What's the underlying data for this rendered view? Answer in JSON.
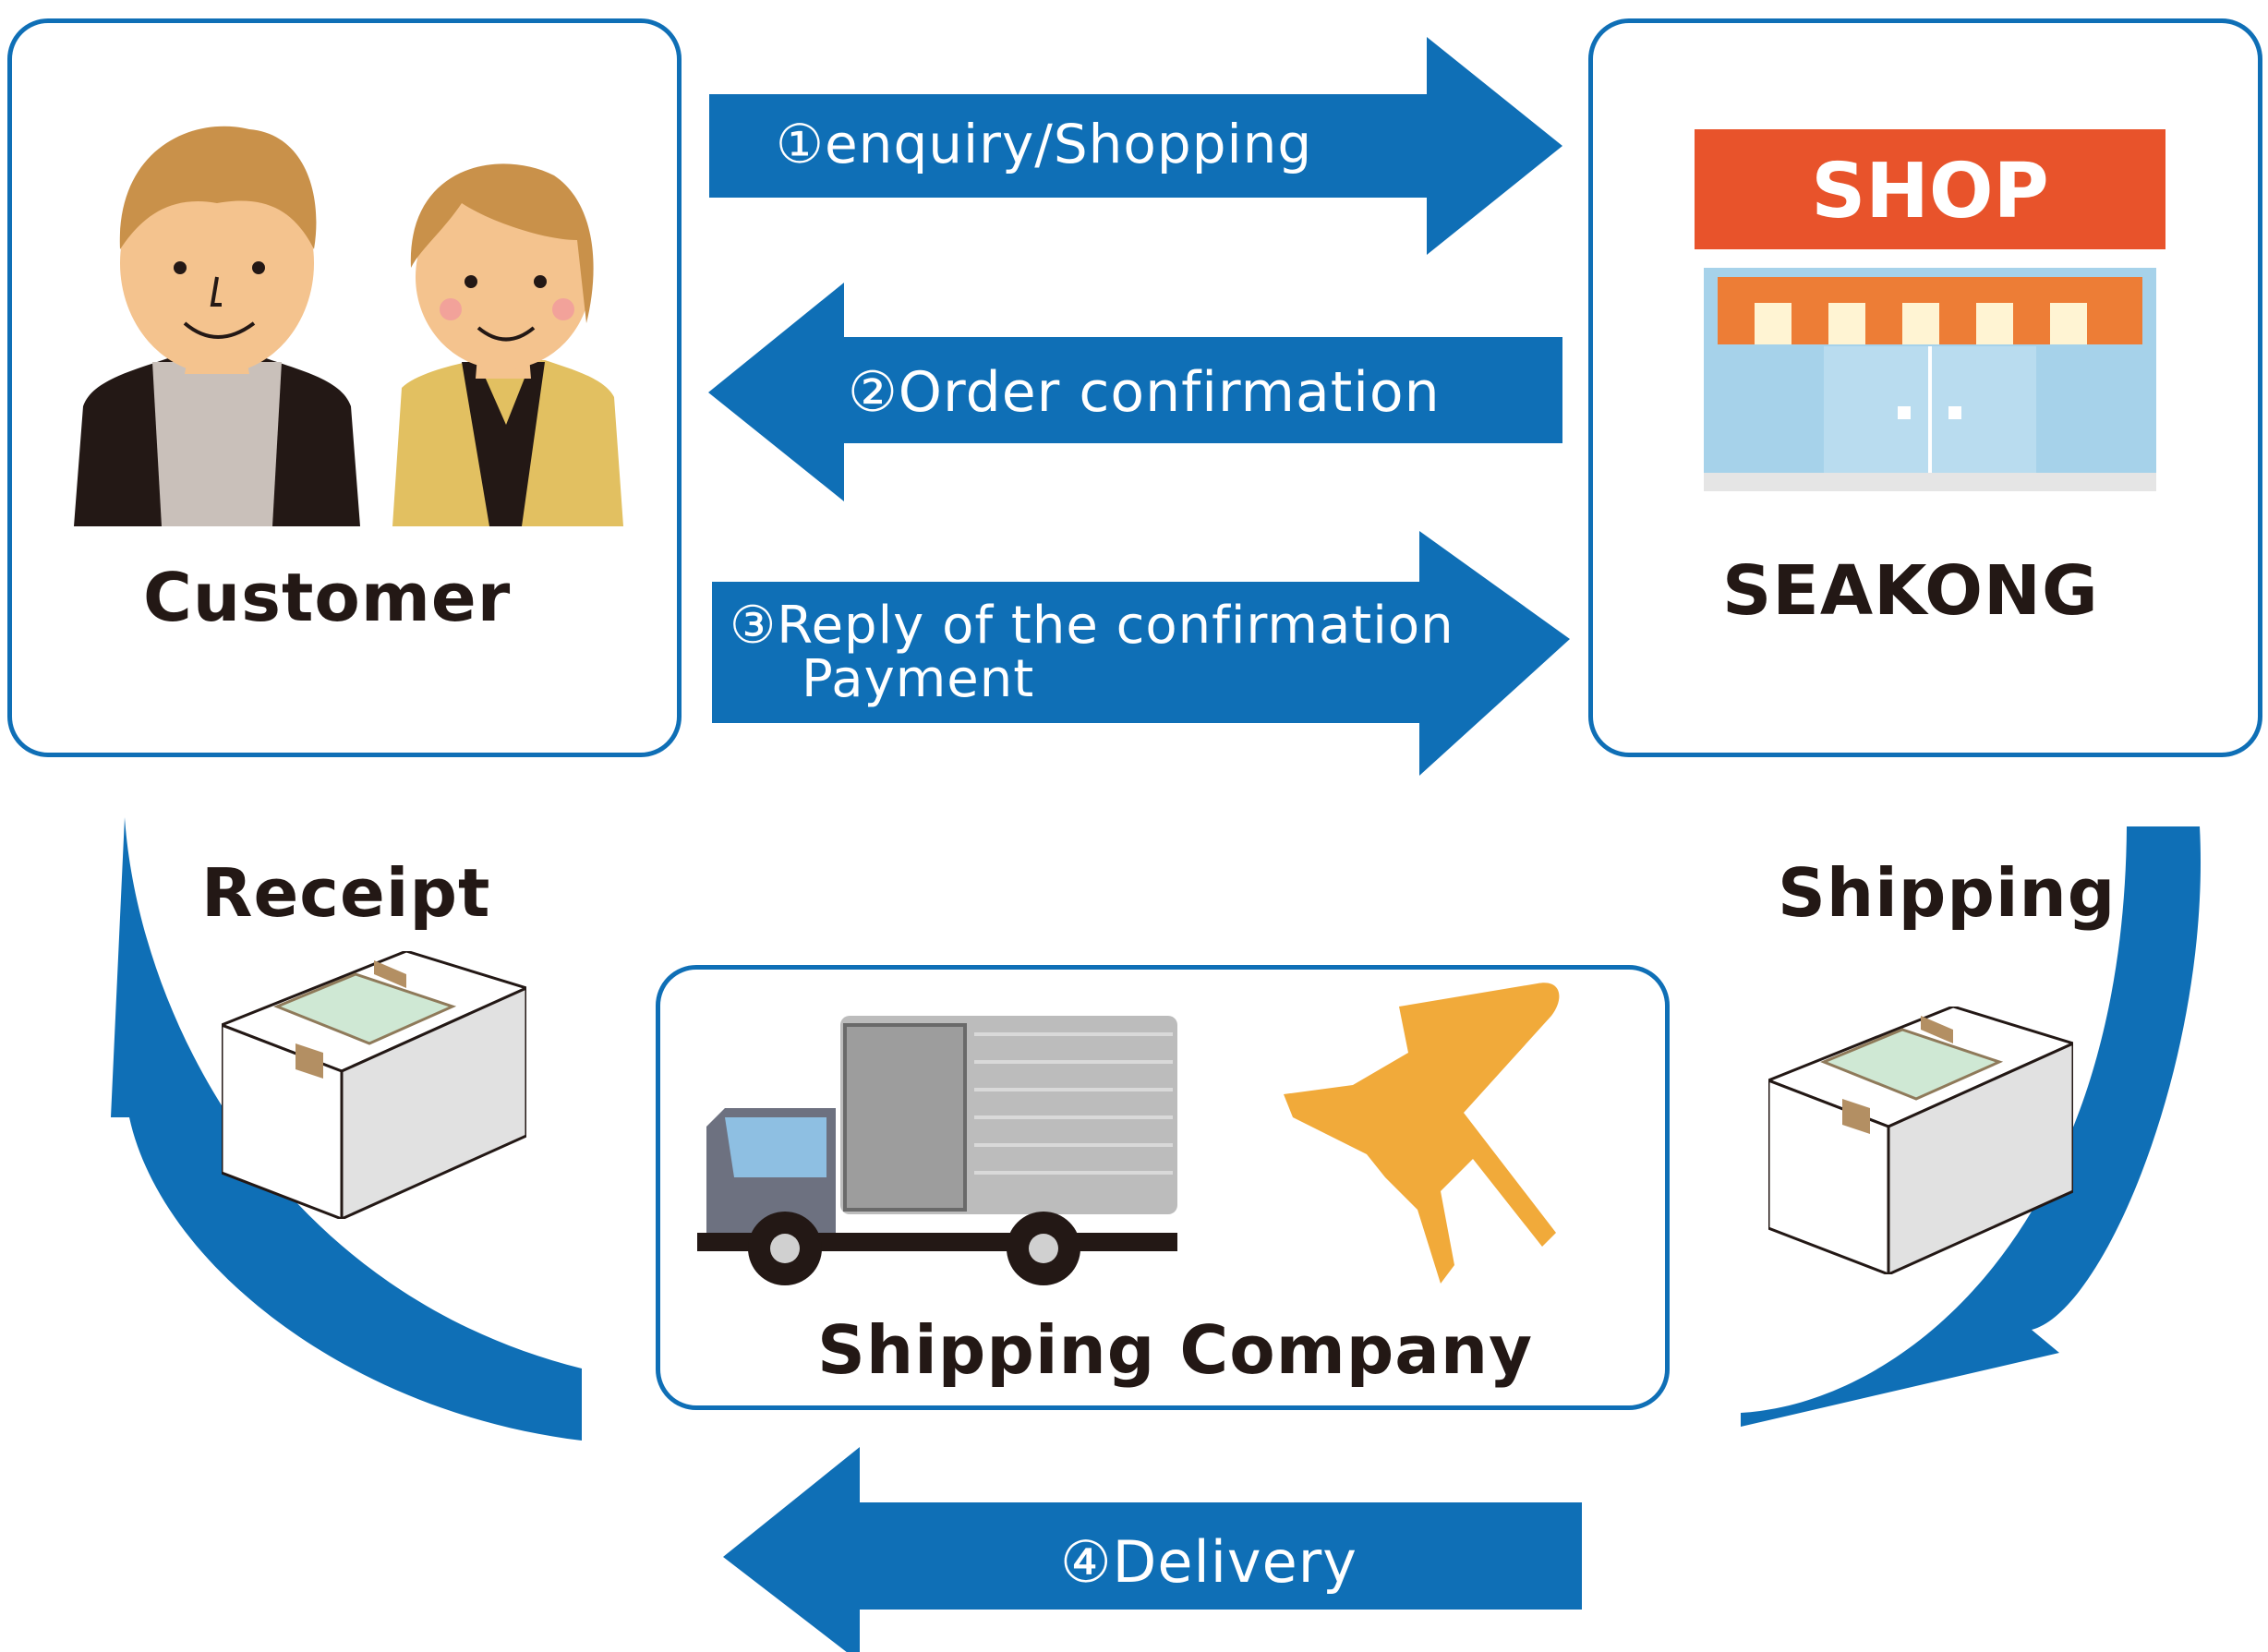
{
  "nodes": {
    "customer": {
      "label": "Customer"
    },
    "shop": {
      "label": "SEAKONG",
      "sign_text": "SHOP"
    },
    "shipping_company": {
      "label": "Shipping Company"
    }
  },
  "steps": {
    "enquiry": {
      "label": "①enquiry/Shopping"
    },
    "order_confirmation": {
      "label": "②Order confirmation"
    },
    "reply": {
      "line1": "③Reply of the confirmation",
      "line2": "Payment"
    },
    "delivery": {
      "label": "④Delivery"
    }
  },
  "flow_labels": {
    "receipt": "Receipt",
    "shipping": "Shipping"
  },
  "colors": {
    "arrow_blue": "#0f6fb6",
    "card_border": "#0f6fb6",
    "shop_roof": "#e8532b",
    "airplane": "#f1aa3a",
    "text": "#231815"
  }
}
